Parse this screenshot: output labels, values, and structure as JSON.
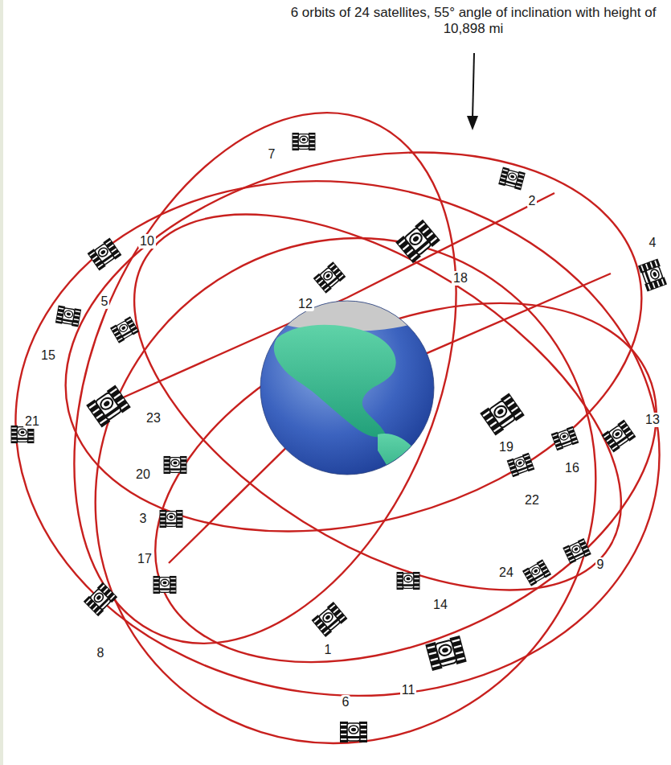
{
  "diagram": {
    "labels": [
      "6 orbits of 24 satellites, 55° angle of inclination with height of 10,898 mi",
      "1",
      "2",
      "3",
      "4",
      "5",
      "6",
      "7",
      "8",
      "9",
      "10",
      "11",
      "12",
      "13",
      "14",
      "15",
      "16",
      "17",
      "18",
      "19",
      "20",
      "21",
      "22",
      "23",
      "24"
    ]
  }
}
